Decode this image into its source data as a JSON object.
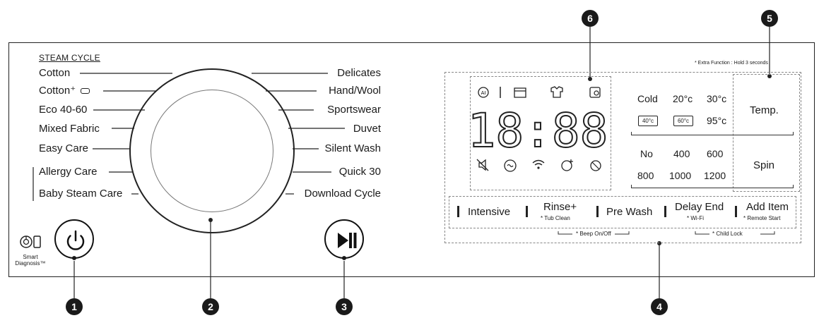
{
  "panel": {
    "steam_cycle_title": "STEAM CYCLE",
    "left_programs": [
      "Cotton",
      "Cotton⁺",
      "Eco 40-60",
      "Mixed Fabric",
      "Easy Care",
      "Allergy Care",
      "Baby Steam Care"
    ],
    "right_programs": [
      "Delicates",
      "Hand/Wool",
      "Sportswear",
      "Duvet",
      "Silent Wash",
      "Quick 30",
      "Download Cycle"
    ],
    "smart_diagnosis": [
      "Smart",
      "Diagnosis™"
    ]
  },
  "display": {
    "digits": "18:88",
    "extra_function_note": "* Extra Function : Hold 3 seconds",
    "temp_options": [
      "Cold",
      "20°c",
      "30°c",
      "40°c",
      "60°c",
      "95°c"
    ],
    "spin_options": [
      "No",
      "400",
      "600",
      "800",
      "1000",
      "1200"
    ],
    "temp_button": "Temp.",
    "spin_button": "Spin"
  },
  "options": [
    {
      "label": "Intensive",
      "sub": ""
    },
    {
      "label": "Rinse+",
      "sub": "* Tub Clean"
    },
    {
      "label": "Pre Wash",
      "sub": ""
    },
    {
      "label": "Delay End",
      "sub": "* Wi-Fi"
    },
    {
      "label": "Add Item",
      "sub": "* Remote Start"
    }
  ],
  "combo_notes": {
    "beep": "* Beep On/Off",
    "child_lock": "* Child Lock"
  },
  "callouts": [
    "1",
    "2",
    "3",
    "4",
    "5",
    "6"
  ]
}
